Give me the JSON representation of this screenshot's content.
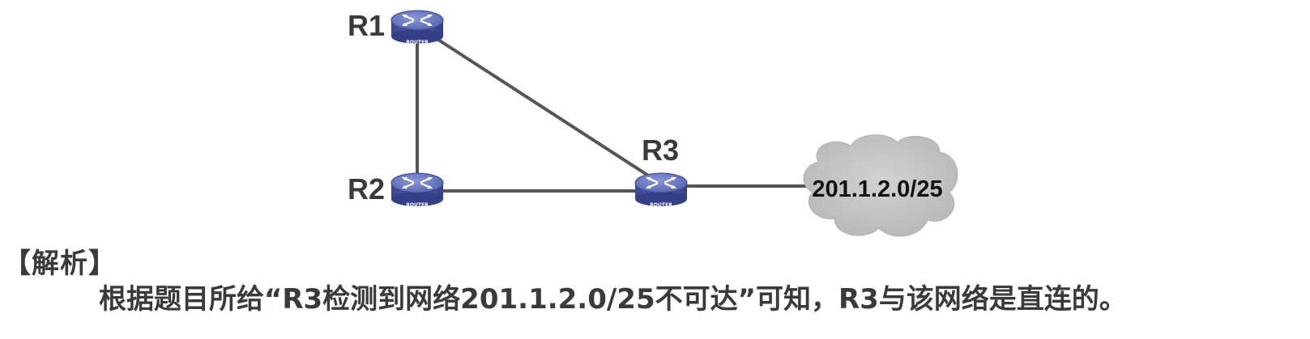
{
  "diagram": {
    "routers": [
      {
        "id": "R1",
        "label": "R1",
        "badge": "ROUTER"
      },
      {
        "id": "R2",
        "label": "R2",
        "badge": "ROUTER"
      },
      {
        "id": "R3",
        "label": "R3",
        "badge": "ROUTER"
      }
    ],
    "links": [
      {
        "from": "R1",
        "to": "R2"
      },
      {
        "from": "R1",
        "to": "R3"
      },
      {
        "from": "R2",
        "to": "R3"
      },
      {
        "from": "R3",
        "to": "network"
      }
    ],
    "network": {
      "label": "201.1.2.0/25"
    },
    "colors": {
      "router_body": "#4d5aa6",
      "router_top": "#6f7dc2",
      "link": "#555555",
      "cloud": "#c4c4c4"
    }
  },
  "analysis": {
    "heading": "【解析】",
    "text": "根据题目所给“R3检测到网络201.1.2.0/25不可达”可知，R3与该网络是直连的。"
  }
}
